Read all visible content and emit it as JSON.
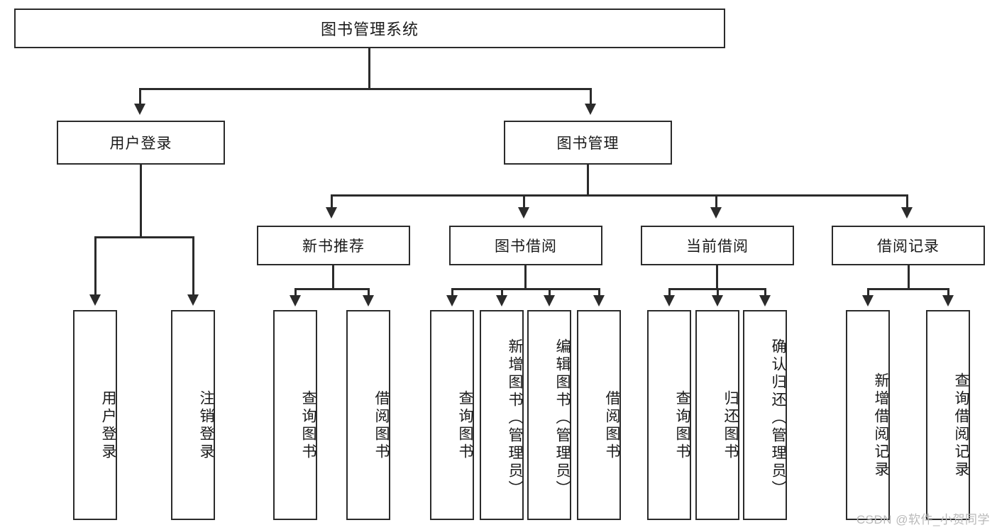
{
  "diagram": {
    "type": "tree-hierarchy",
    "title": "图书管理系统",
    "root": {
      "label": "图书管理系统"
    },
    "level2": [
      {
        "id": "user-login",
        "label": "用户登录"
      },
      {
        "id": "book-management",
        "label": "图书管理"
      }
    ],
    "level3": [
      {
        "id": "new-book-recommend",
        "label": "新书推荐",
        "parent": "book-management"
      },
      {
        "id": "book-borrow",
        "label": "图书借阅",
        "parent": "book-management"
      },
      {
        "id": "current-borrow",
        "label": "当前借阅",
        "parent": "book-management"
      },
      {
        "id": "borrow-record",
        "label": "借阅记录",
        "parent": "book-management"
      }
    ],
    "leaves": {
      "user-login": [
        {
          "id": "leaf-user-login",
          "label": "用户登录"
        },
        {
          "id": "leaf-logout-login",
          "label": "注销登录"
        }
      ],
      "new-book-recommend": [
        {
          "id": "leaf-query-book-1",
          "label": "查询图书"
        },
        {
          "id": "leaf-borrow-book-1",
          "label": "借阅图书"
        }
      ],
      "book-borrow": [
        {
          "id": "leaf-query-book-2",
          "label": "查询图书"
        },
        {
          "id": "leaf-add-book",
          "label": "新增图书（管理员）"
        },
        {
          "id": "leaf-edit-book",
          "label": "编辑图书（管理员）"
        },
        {
          "id": "leaf-borrow-book-2",
          "label": "借阅图书"
        }
      ],
      "current-borrow": [
        {
          "id": "leaf-query-book-3",
          "label": "查询图书"
        },
        {
          "id": "leaf-return-book",
          "label": "归还图书"
        },
        {
          "id": "leaf-confirm-return",
          "label": "确认归还（管理员）"
        }
      ],
      "borrow-record": [
        {
          "id": "leaf-add-record",
          "label": "新增借阅记录"
        },
        {
          "id": "leaf-query-record",
          "label": "查询借阅记录"
        }
      ]
    }
  },
  "watermark": {
    "text": "CSDN @软件_小贺同学"
  },
  "colors": {
    "stroke": "#2b2b2b",
    "background": "#ffffff",
    "text": "#1a1a1a",
    "watermark": "#b9b9b9"
  }
}
